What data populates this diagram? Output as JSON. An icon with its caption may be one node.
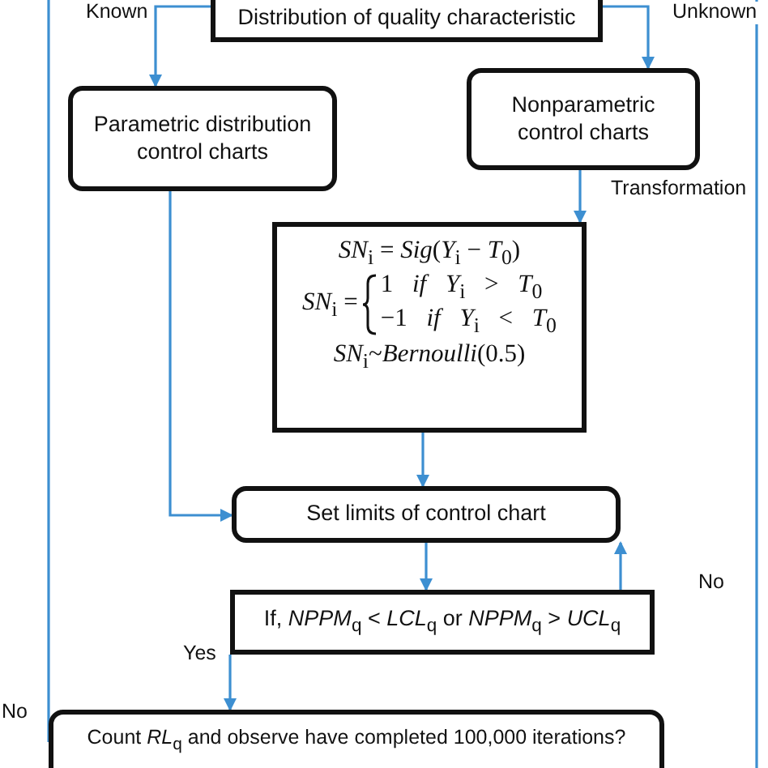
{
  "diagram": {
    "nodes": [
      {
        "text": [
          "Distribution of quality characteristic"
        ]
      },
      {
        "text": [
          "Parametric distribution control charts"
        ]
      },
      {
        "text": [
          "Nonparametric control charts"
        ]
      },
      {
        "text": [
          "*SN*$_{i}$ = *Sig*(*Y*$_{i}$ − *T*$_{0}$)",
          "*SN*$_{i}$ =",
          "1 *if Y*$_{i}$ > *T*$_{0}$",
          "−1 *if Y*$_{i}$ < *T*$_{0}$",
          "*SN*$_{i}$~*Bernoulli*(0.5)"
        ]
      },
      {
        "text": [
          "Set limits of control chart"
        ]
      },
      {
        "text": [
          "If, *NPPM*$_{q}$ < *LCL*$_{q}$ or *NPPM*$_{q}$ > *UCL*$_{q}$"
        ]
      },
      {
        "text": [
          "Count *RL*$_{q}$ and observe have completed 100,000 iterations?"
        ]
      }
    ],
    "edges": [
      {
        "from": 0,
        "to": 1,
        "arrow": "to",
        "label": "Known"
      },
      {
        "from": 0,
        "to": 2,
        "arrow": "to",
        "label": "Unknown"
      },
      {
        "from": 2,
        "to": 3,
        "arrow": "to",
        "label": "Transformation"
      },
      {
        "from": 1,
        "to": 4,
        "arrow": "to"
      },
      {
        "from": 3,
        "to": 4,
        "arrow": "to"
      },
      {
        "from": 4,
        "to": 5,
        "arrow": "to"
      },
      {
        "from": 5,
        "to": 4,
        "arrow": "to",
        "label": "No"
      },
      {
        "from": 5,
        "to": 6,
        "arrow": "to",
        "label": "Yes"
      },
      {
        "from": 6,
        "to": null,
        "arrow": "none",
        "label": "No"
      }
    ]
  }
}
